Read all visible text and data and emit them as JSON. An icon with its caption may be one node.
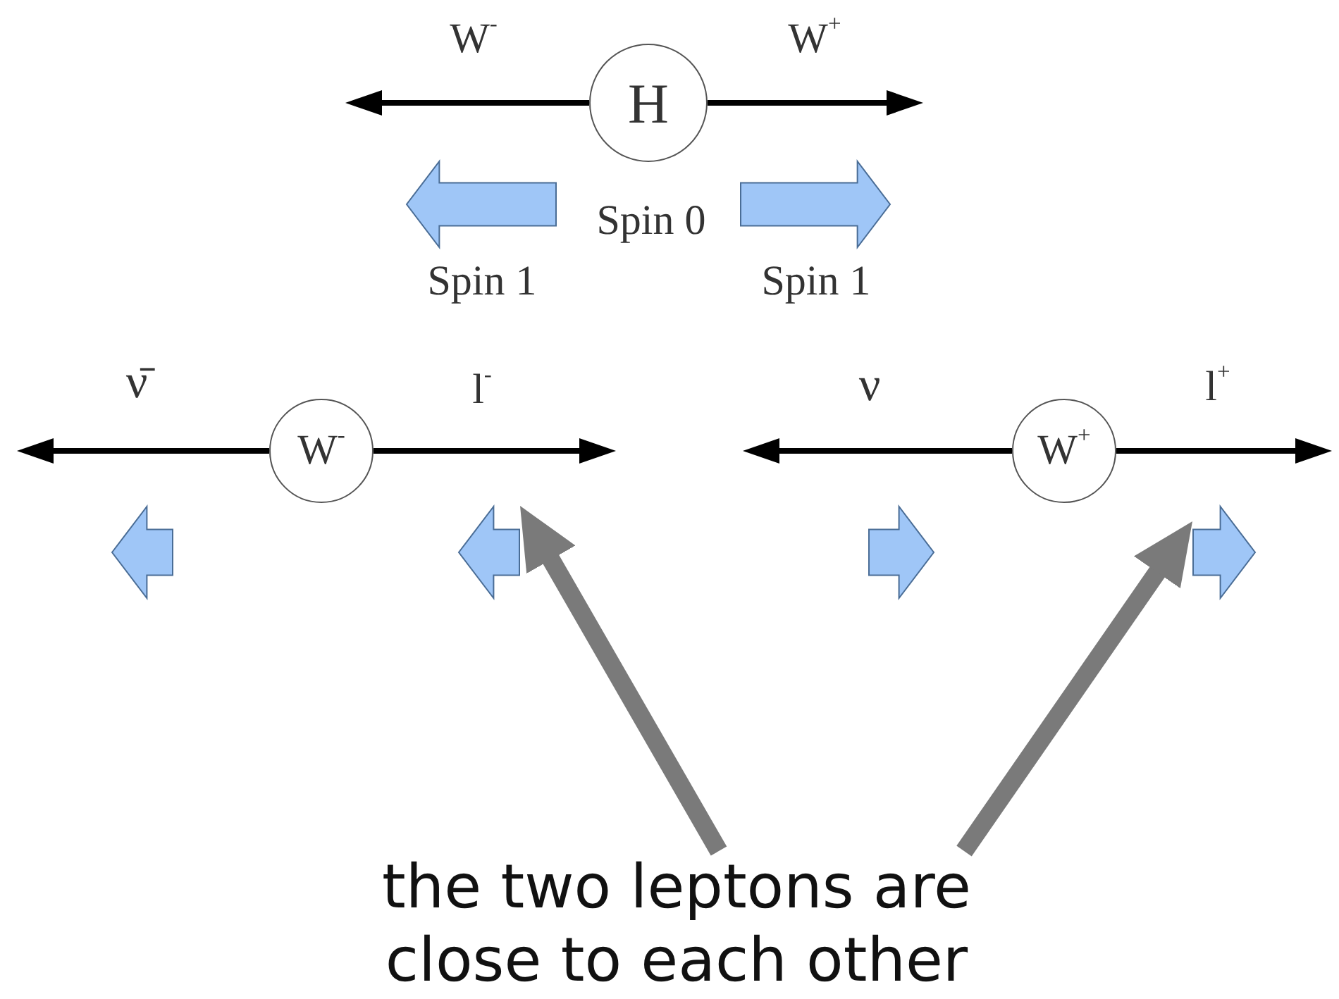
{
  "diagram": {
    "nodes": [
      {
        "text": [
          "H"
        ]
      },
      {
        "text": [
          "W$^{-}$"
        ]
      },
      {
        "text": [
          "W$^{+}$"
        ]
      },
      {
        "text": [
          "the two leptons are close to each other"
        ]
      },
      {
        "text": [],
        "shape": "arrow"
      },
      {
        "text": [],
        "shape": "arrow"
      },
      {
        "text": [],
        "shape": "arrow"
      },
      {
        "text": [],
        "shape": "arrow"
      },
      {
        "text": [],
        "shape": "arrow"
      },
      {
        "text": [],
        "shape": "arrow"
      }
    ],
    "edges": [
      {
        "from": 0,
        "to": null,
        "arrow": "to"
      },
      {
        "from": 0,
        "to": null,
        "arrow": "to"
      },
      {
        "from": 1,
        "to": null,
        "arrow": "to"
      },
      {
        "from": 1,
        "to": null,
        "arrow": "to"
      },
      {
        "from": 2,
        "to": null,
        "arrow": "to"
      },
      {
        "from": 2,
        "to": null,
        "arrow": "to"
      },
      {
        "from": 3,
        "to": 7,
        "arrow": "to",
        "style": "thick",
        "color": "#7a7a7a"
      },
      {
        "from": 3,
        "to": 9,
        "arrow": "to",
        "style": "thick",
        "color": "#7a7a7a"
      }
    ],
    "labels": [
      "W$^{-}$",
      "W$^{+}$",
      "Spin 0",
      "Spin 1",
      "Spin 1",
      "ν̄",
      "l$^{-}$",
      "ν",
      "l$^{+}$"
    ]
  }
}
